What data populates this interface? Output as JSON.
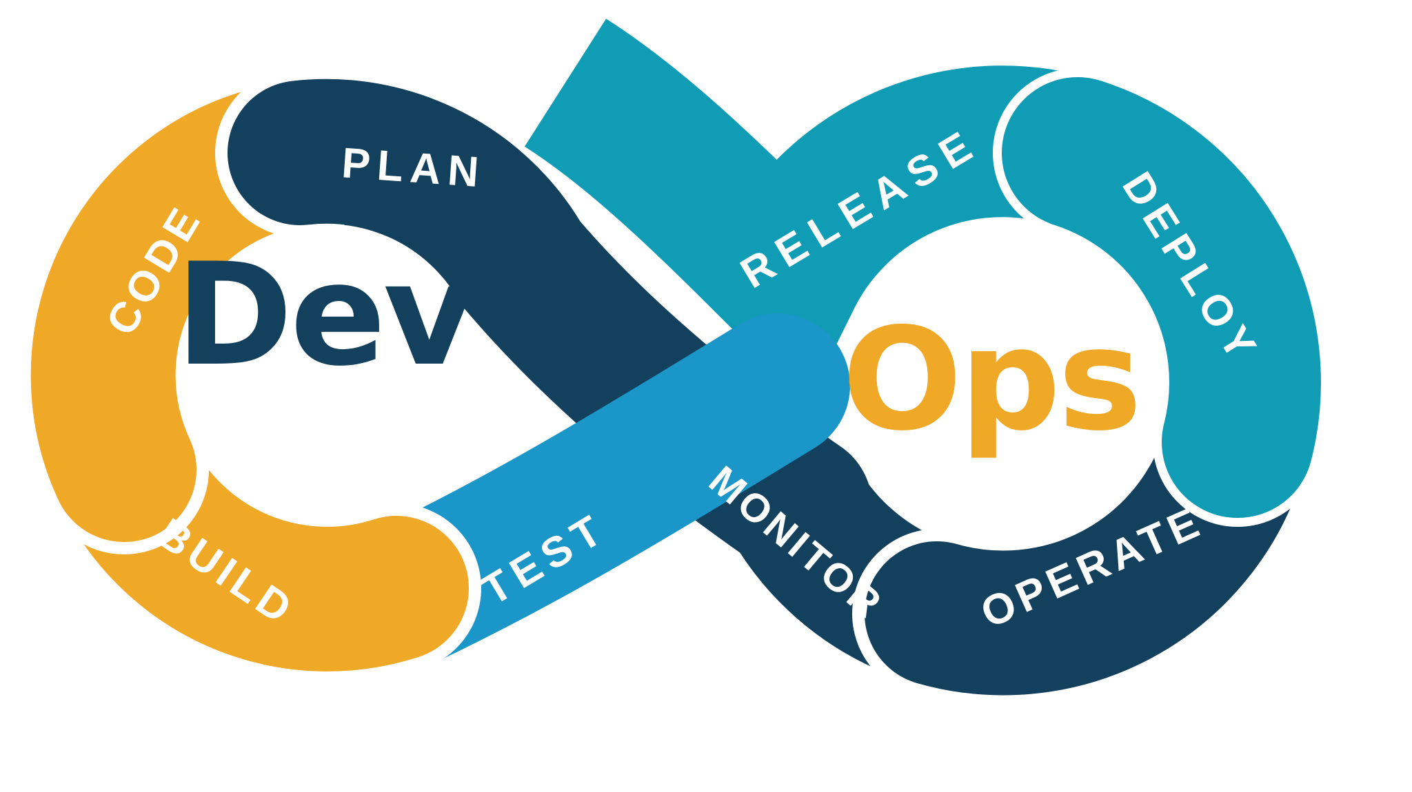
{
  "diagram": {
    "name": "DevOps infinity lifecycle loop",
    "left_title": "Dev",
    "right_title": "Ops",
    "dev_stages": [
      {
        "label": "PLAN"
      },
      {
        "label": "CODE"
      },
      {
        "label": "BUILD"
      },
      {
        "label": "TEST"
      }
    ],
    "ops_stages": [
      {
        "label": "RELEASE"
      },
      {
        "label": "DEPLOY"
      },
      {
        "label": "OPERATE"
      },
      {
        "label": "MONITOR"
      }
    ],
    "colors": {
      "navy": "#13405C",
      "yellow": "#F0A827",
      "teal": "#0F9CB4",
      "blue": "#1B96C8",
      "label_text": "#FFFFFF",
      "background": "#FFFFFF"
    }
  }
}
